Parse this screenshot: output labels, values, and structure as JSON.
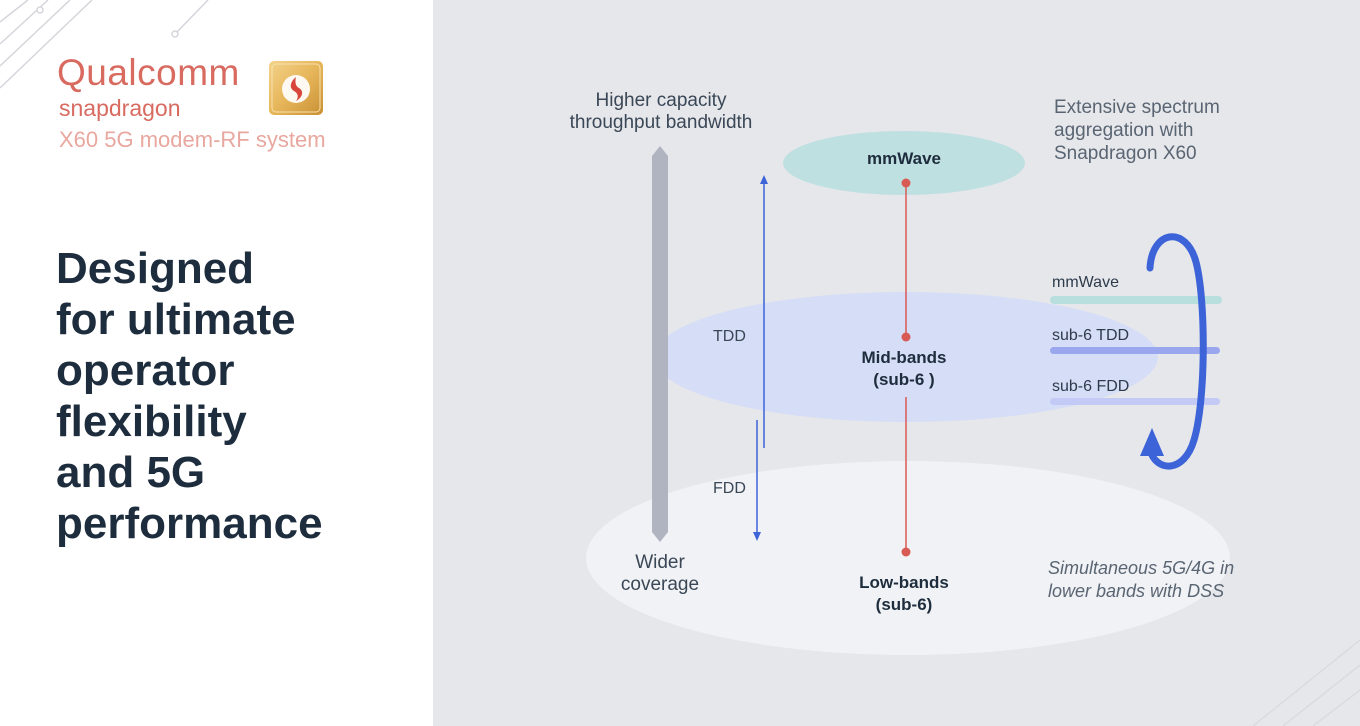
{
  "brand": {
    "name": "Qualcomm",
    "sub_brand": "snapdragon",
    "product_line": "X60 5G modem-RF system"
  },
  "headline": "Designed\nfor ultimate\noperator\nflexibility\nand 5G\nperformance",
  "diagram": {
    "axis_top_label": "Higher capacity\nthroughput bandwidth",
    "axis_bottom_label": "Wider\ncoverage",
    "duplex_labels": {
      "tdd": "TDD",
      "fdd": "FDD"
    },
    "bands": {
      "mmwave": "mmWave",
      "mid": "Mid-bands\n(sub-6 )",
      "low": "Low-bands\n(sub-6)"
    },
    "aggregation_note": "Extensive spectrum\naggregation with\nSnapdragon X60",
    "legend": [
      {
        "label": "mmWave",
        "color": "#b8dede"
      },
      {
        "label": "sub-6 TDD",
        "color": "#9aa6ee"
      },
      {
        "label": "sub-6 FDD",
        "color": "#c3caf6"
      }
    ],
    "dss_note": "Simultaneous 5G/4G in\nlower bands with DSS"
  },
  "colors": {
    "brand": "#d86a60",
    "headline": "#1e2d3d",
    "arrow_blue": "#3d63d8",
    "connector_red": "#d85a55",
    "axis_gray": "#b0b4c0"
  }
}
